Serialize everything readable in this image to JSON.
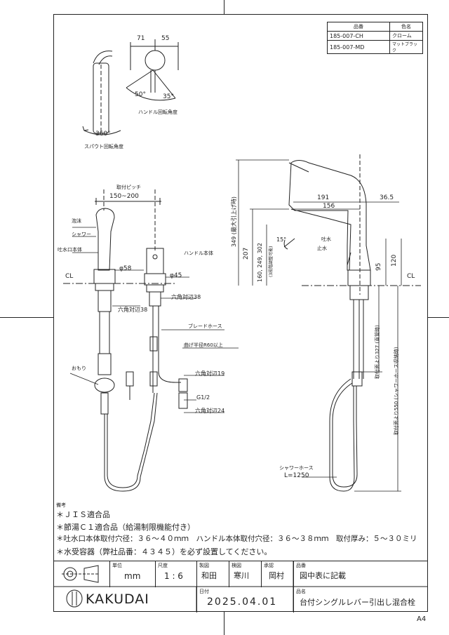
{
  "parts_table": {
    "header_code": "品番",
    "header_color": "色名",
    "rows": [
      {
        "code": "185-007-CH",
        "color": "クローム"
      },
      {
        "code": "185-007-MD",
        "color": "マットブラック"
      }
    ]
  },
  "top_view": {
    "dim_71": "71",
    "dim_55": "55",
    "angle_50": "50°",
    "angle_35": "35°",
    "handle_rotation": "ハンドル回転角度",
    "angle_360": "360°",
    "spout_rotation": "スパウト回転角度"
  },
  "front_view": {
    "pitch_label": "取付ピッチ",
    "pitch_value": "150~200",
    "foam": "泡沫",
    "shower": "シャワー",
    "spout_body": "吐水口本体",
    "handle_body": "ハンドル本体",
    "cl_left": "CL",
    "dia_58": "φ58",
    "dia_45": "φ45",
    "hex38_a": "六角対辺38",
    "hex38_b": "六角対辺38",
    "braid_hose": "ブレードホース",
    "bend_radius": "曲げ半径R60以上",
    "weight": "おもり",
    "hex19": "六角対辺19",
    "g12": "G1/2",
    "hex24": "六角対辺24"
  },
  "side_view": {
    "dim_349": "349 (最大引上げ時)",
    "dim_207": "207",
    "dim_range": "160, 249, 302",
    "dim_range_note": "(3段階調整可能)",
    "dim_191": "191",
    "dim_156": "156",
    "dim_365": "36.5",
    "angle_15": "15°",
    "water_discharge": "吐水",
    "water_stop": "止水",
    "dim_120": "120",
    "dim_95": "95",
    "cl_right": "CL",
    "dim_327": "取付面より327 (直管時)",
    "dim_550": "取付面より550 (シャワーホース収納時)",
    "shower_hose": "シャワーホース",
    "hose_length": "L=1250"
  },
  "notes": {
    "label": "備考",
    "lines": [
      "＊ＪＩＳ適合品",
      "＊節湯Ｃ１適合品（給湯制限機能付き）",
      "＊吐水口本体取付穴径：３６～４０ｍｍ　ハンドル本体取付穴径：３６～３８ｍｍ　取付厚み：５～３０ミリ",
      "＊水受容器（弊社品番：４３４５）を必ず設置してください。"
    ]
  },
  "title_block": {
    "unit_cap": "単位",
    "unit": "mm",
    "scale_cap": "尺度",
    "scale": "1 : 6",
    "drawn_cap": "製図",
    "drawn": "和田",
    "checked_cap": "検図",
    "checked": "寒川",
    "approved_cap": "承認",
    "approved": "岡村",
    "drawing_no_cap": "品番",
    "drawing_no": "図中表に記載",
    "brand": "KAKUDAI",
    "date_cap": "日付",
    "date": "2025.04.01",
    "name_cap": "品名",
    "name": "台付シングルレバー引出し混合栓"
  },
  "paper_size": "A4"
}
